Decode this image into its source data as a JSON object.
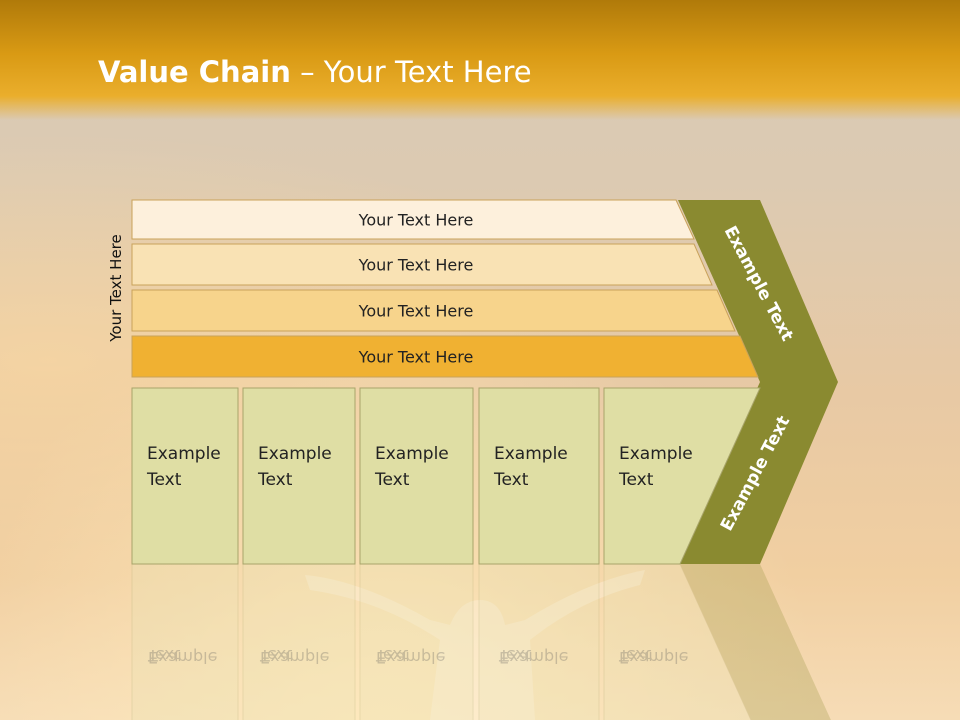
{
  "slide": {
    "title_bold": "Value Chain",
    "title_rest": " – Your Text Here",
    "side_label": "Your Text Here"
  },
  "rows": [
    {
      "label": "Your Text Here",
      "color": "#fdf0dc"
    },
    {
      "label": "Your Text Here",
      "color": "#f9e2b4"
    },
    {
      "label": "Your Text Here",
      "color": "#f7d48c"
    },
    {
      "label": "Your Text Here",
      "color": "#f0b132"
    }
  ],
  "columns": [
    {
      "line1": "Example",
      "line2": "Text"
    },
    {
      "line1": "Example",
      "line2": "Text"
    },
    {
      "line1": "Example",
      "line2": "Text"
    },
    {
      "line1": "Example",
      "line2": "Text"
    },
    {
      "line1": "Example",
      "line2": "Text"
    }
  ],
  "chevron": {
    "upper_label": "Example Text",
    "lower_label": "Example Text",
    "color": "#8a8a30"
  },
  "colors": {
    "column_fill": "#dfdea4",
    "header_orange": "#d99a14"
  }
}
